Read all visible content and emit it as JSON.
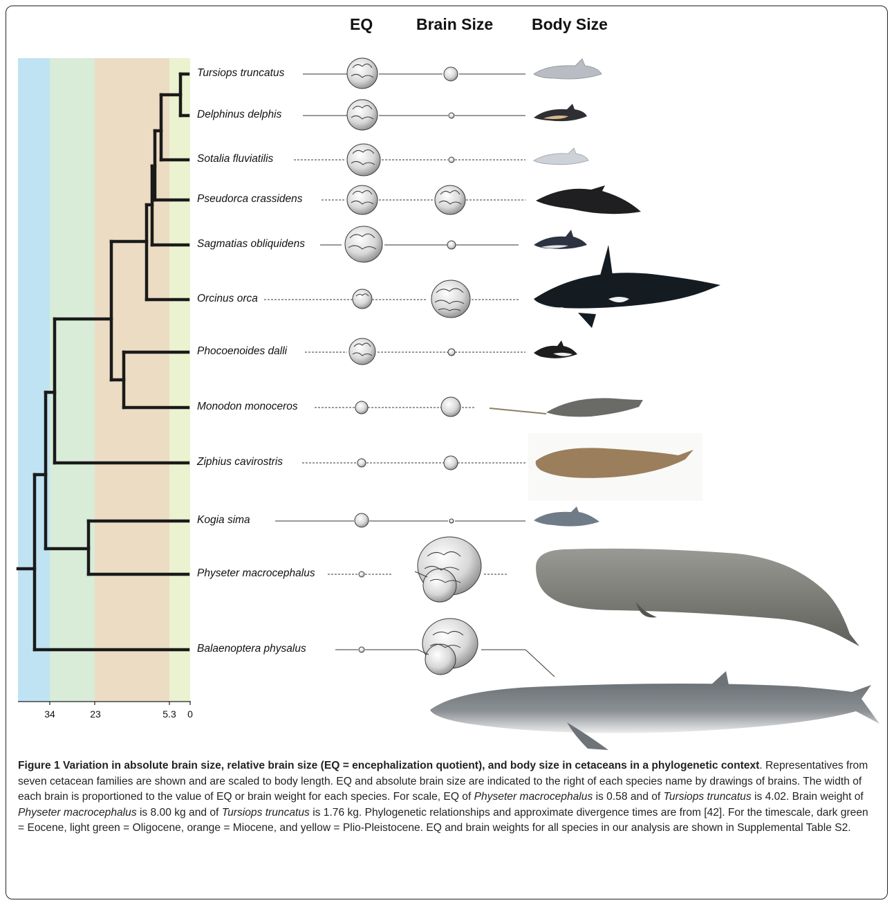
{
  "figure": {
    "column_headers": {
      "eq": "EQ",
      "brain_size": "Brain Size",
      "body_size": "Body Size"
    },
    "timescale": {
      "ticks": [
        "34",
        "23",
        "5.3",
        "0"
      ],
      "bands": [
        {
          "epoch": "Eocene",
          "color": "#bfe3f2"
        },
        {
          "epoch": "Oligocene",
          "color": "#d8ecd8"
        },
        {
          "epoch": "Miocene",
          "color": "#ecdcc4"
        },
        {
          "epoch": "Plio-Pleistocene",
          "color": "#eaf2cf"
        }
      ]
    },
    "species": [
      {
        "name": "Tursiops truncatus"
      },
      {
        "name": "Delphinus delphis"
      },
      {
        "name": "Sotalia fluviatilis"
      },
      {
        "name": "Pseudorca crassidens"
      },
      {
        "name": "Sagmatias obliquidens"
      },
      {
        "name": "Orcinus orca"
      },
      {
        "name": "Phocoenoides dalli"
      },
      {
        "name": "Monodon monoceros"
      },
      {
        "name": "Ziphius cavirostris"
      },
      {
        "name": "Kogia sima"
      },
      {
        "name": "Physeter macrocephalus"
      },
      {
        "name": "Balaenoptera physalus"
      }
    ]
  },
  "caption": {
    "label": "Figure 1",
    "title": "Variation in absolute brain size, relative brain size (EQ = encephalization quotient), and body size in cetaceans in a phylogenetic context",
    "s1": ". Representatives from seven cetacean families are shown and are scaled to body length. EQ and absolute brain size are indicated to the right of each species name by drawings of brains. The width of each brain is proportioned to the value of EQ or brain weight for each species. For scale, EQ of ",
    "sp_physeter_1": "Physeter macrocephalus",
    "s2": " is 0.58 and of ",
    "sp_tursiops_1": "Tursiops truncatus",
    "s3": " is 4.02. Brain weight of ",
    "sp_physeter_2": "Physeter macrocephalus",
    "s4": " is 8.00 kg and of ",
    "sp_tursiops_2": "Tursiops truncatus",
    "s5": " is 1.76 kg. Phylogenetic relationships and approximate divergence times are from [42]. For the timescale, dark green = Eocene, light green = Oligocene, orange = Miocene, and yellow = Plio-Pleistocene. EQ and brain weights for all species in our analysis are shown in Supplemental Table S2."
  }
}
